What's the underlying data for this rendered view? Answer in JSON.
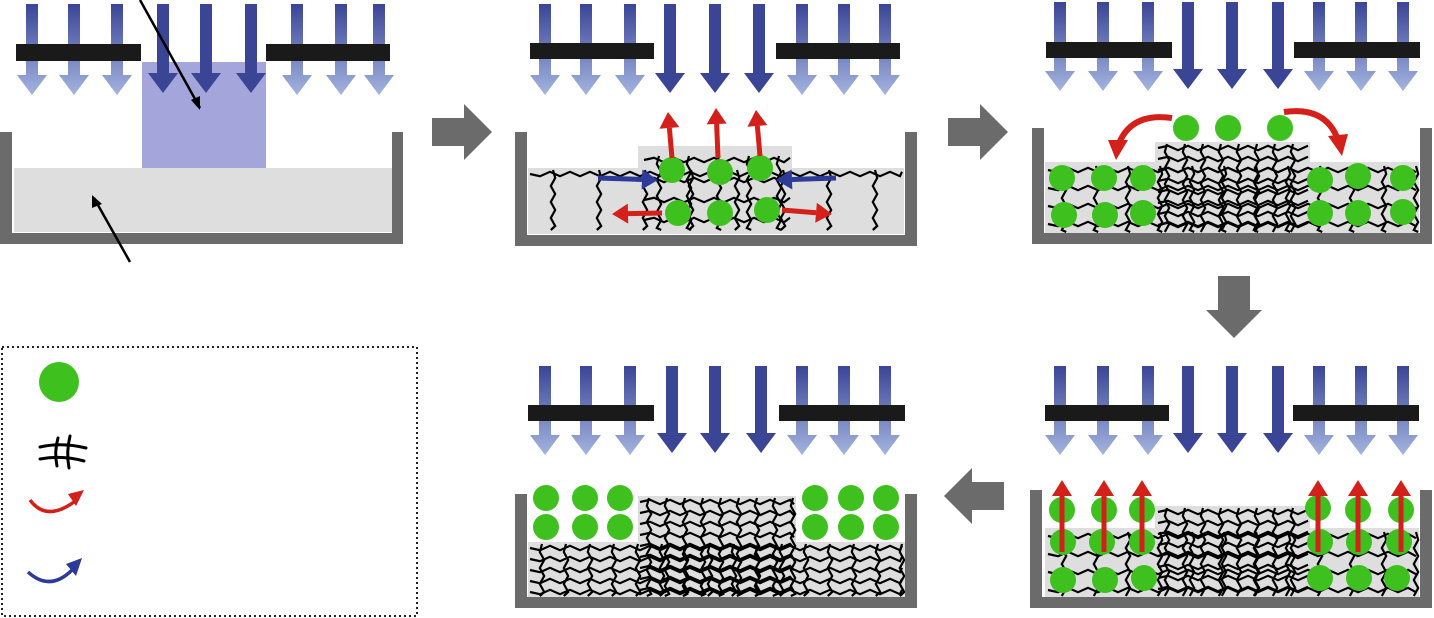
{
  "colors": {
    "uv_dark": "#3a4596",
    "uv_light": "#a3b4df",
    "mask": "#1a1a1a",
    "container": "#6b6b6b",
    "liquid": "#dedede",
    "exposed": "#a3a5db",
    "particle": "#3ec01e",
    "network": "#000000",
    "diffusion_out": "#d3201b",
    "diffusion_in": "#2d3a97",
    "process_arrow": "#6b6b6b",
    "legend_border": "#222222"
  },
  "icons": {
    "light": "down-arrow-icon",
    "process": "chevron-arrow-icon",
    "legend_particle": "green-circle-icon",
    "legend_network": "hash-network-icon",
    "legend_out": "red-curved-arrow-icon",
    "legend_in": "blue-curved-arrow-icon"
  },
  "stages": [
    {
      "id": "stage-1",
      "label": ""
    },
    {
      "id": "stage-2",
      "label": ""
    },
    {
      "id": "stage-3",
      "label": ""
    },
    {
      "id": "stage-4",
      "label": ""
    },
    {
      "id": "stage-5",
      "label": ""
    }
  ],
  "legend": {
    "items": [
      {
        "icon": "green-circle-icon",
        "label": ""
      },
      {
        "icon": "hash-network-icon",
        "label": ""
      },
      {
        "icon": "red-curved-arrow-icon",
        "label": ""
      },
      {
        "icon": "blue-curved-arrow-icon",
        "label": ""
      }
    ]
  }
}
